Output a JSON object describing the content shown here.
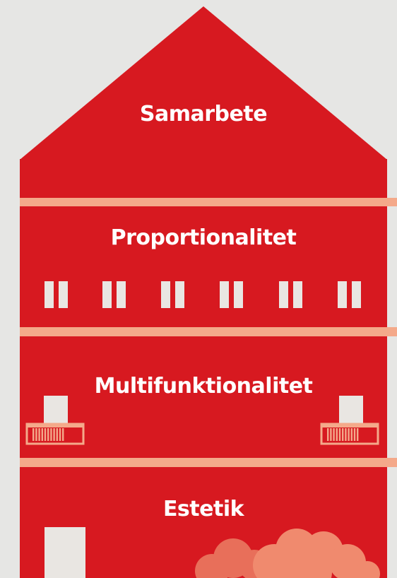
{
  "colors": {
    "background": "#e6e6e4",
    "facade": "#d71920",
    "stripe": "#f4a98a",
    "window": "#e9e6e2",
    "bush_dark": "#e86f5a",
    "bush_light": "#f08a6e"
  },
  "floors": {
    "roof": "Samarbete",
    "third": "Proportionalitet",
    "second": "Multifunktionalitet",
    "ground": "Estetik"
  }
}
